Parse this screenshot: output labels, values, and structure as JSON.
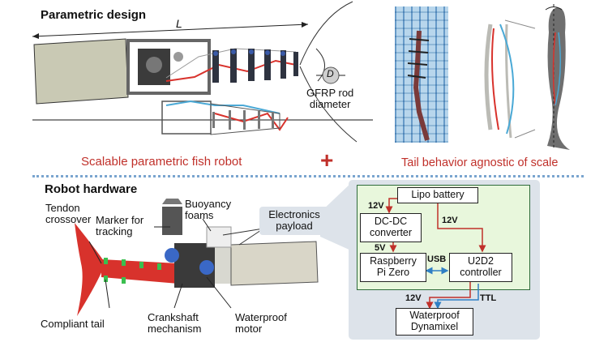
{
  "top": {
    "section_title": "Parametric design",
    "length_label": "L",
    "diameter_symbol": "D",
    "rod_label_line1": "GFRP rod",
    "rod_label_line2": "diameter",
    "caption_left": "Scalable parametric fish robot",
    "plus": "+",
    "caption_right": "Tail behavior agnostic of scale"
  },
  "bottom": {
    "section_title": "Robot hardware",
    "labels": {
      "tendon_1": "Tendon",
      "tendon_2": "crossover",
      "marker_1": "Marker for",
      "marker_2": "tracking",
      "buoyancy_1": "Buoyancy",
      "buoyancy_2": "foams",
      "compliant": "Compliant tail",
      "crank_1": "Crankshaft",
      "crank_2": "mechanism",
      "waterproof_1": "Waterproof",
      "waterproof_2": "motor"
    },
    "callout": {
      "line1": "Electronics",
      "line2": "payload"
    }
  },
  "electronics": {
    "lipo": "Lipo battery",
    "dcdc_1": "DC-DC",
    "dcdc_2": "converter",
    "rpi_1": "Raspberry",
    "rpi_2": "Pi Zero",
    "u2d2_1": "U2D2",
    "u2d2_2": "controller",
    "dyn_1": "Waterproof",
    "dyn_2": "Dynamixel",
    "v12_a": "12V",
    "v12_b": "12V",
    "v5": "5V",
    "usb": "USB",
    "v12_c": "12V",
    "ttl": "TTL"
  },
  "colors": {
    "accent_red": "#c0302a",
    "tail_red": "#d8322c",
    "wire_blue": "#2f7fc4",
    "panel_bg": "#dde3ea",
    "board_green": "#e8f7dc",
    "board_border": "#2e6b3a"
  }
}
